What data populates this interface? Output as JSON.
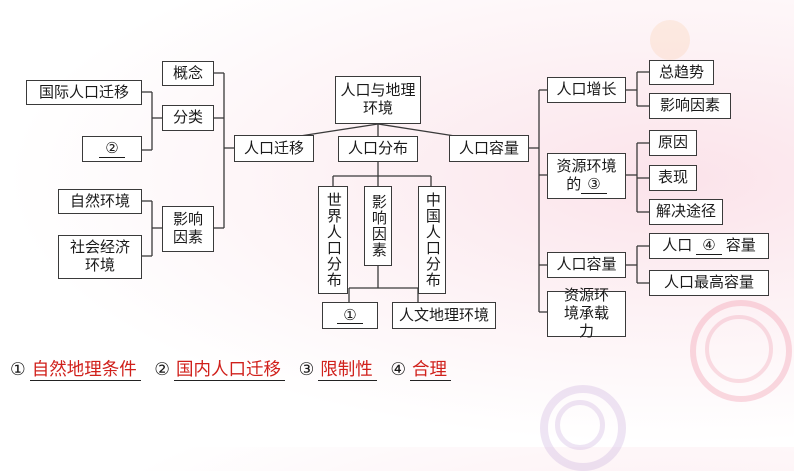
{
  "center": "人口与地理环境",
  "migration": {
    "title": "人口迁移",
    "concept": "概念",
    "types": "分类",
    "types_items": [
      "国际人口迁移",
      "②"
    ],
    "factors": "影响因素",
    "factors_items": [
      "自然环境",
      "社会经济环境"
    ]
  },
  "distribution": {
    "title": "人口分布",
    "world": "世界人口分布",
    "factors": "影响因素",
    "china": "中国人口分布",
    "factor_items": [
      "①",
      "人文地理环境"
    ]
  },
  "capacity": {
    "title": "人口容量",
    "growth": "人口增长",
    "growth_items": [
      "总趋势",
      "影响因素"
    ],
    "resource_prefix": "资源环境的",
    "resource_blank": "③",
    "resource_items": [
      "原因",
      "表现",
      "解决途径"
    ],
    "capacity": "人口容量",
    "capacity_prefix": "人口",
    "capacity_blank": "④",
    "capacity_suffix": "容量",
    "capacity_max": "人口最高容量",
    "carrying": "资源环境承载力"
  },
  "answers": [
    {
      "num": "①",
      "text": "自然地理条件"
    },
    {
      "num": "②",
      "text": "国内人口迁移"
    },
    {
      "num": "③",
      "text": "限制性"
    },
    {
      "num": "④",
      "text": "合理"
    }
  ],
  "colors": {
    "answer": "#d0201b",
    "line": "#3a3a3a"
  }
}
